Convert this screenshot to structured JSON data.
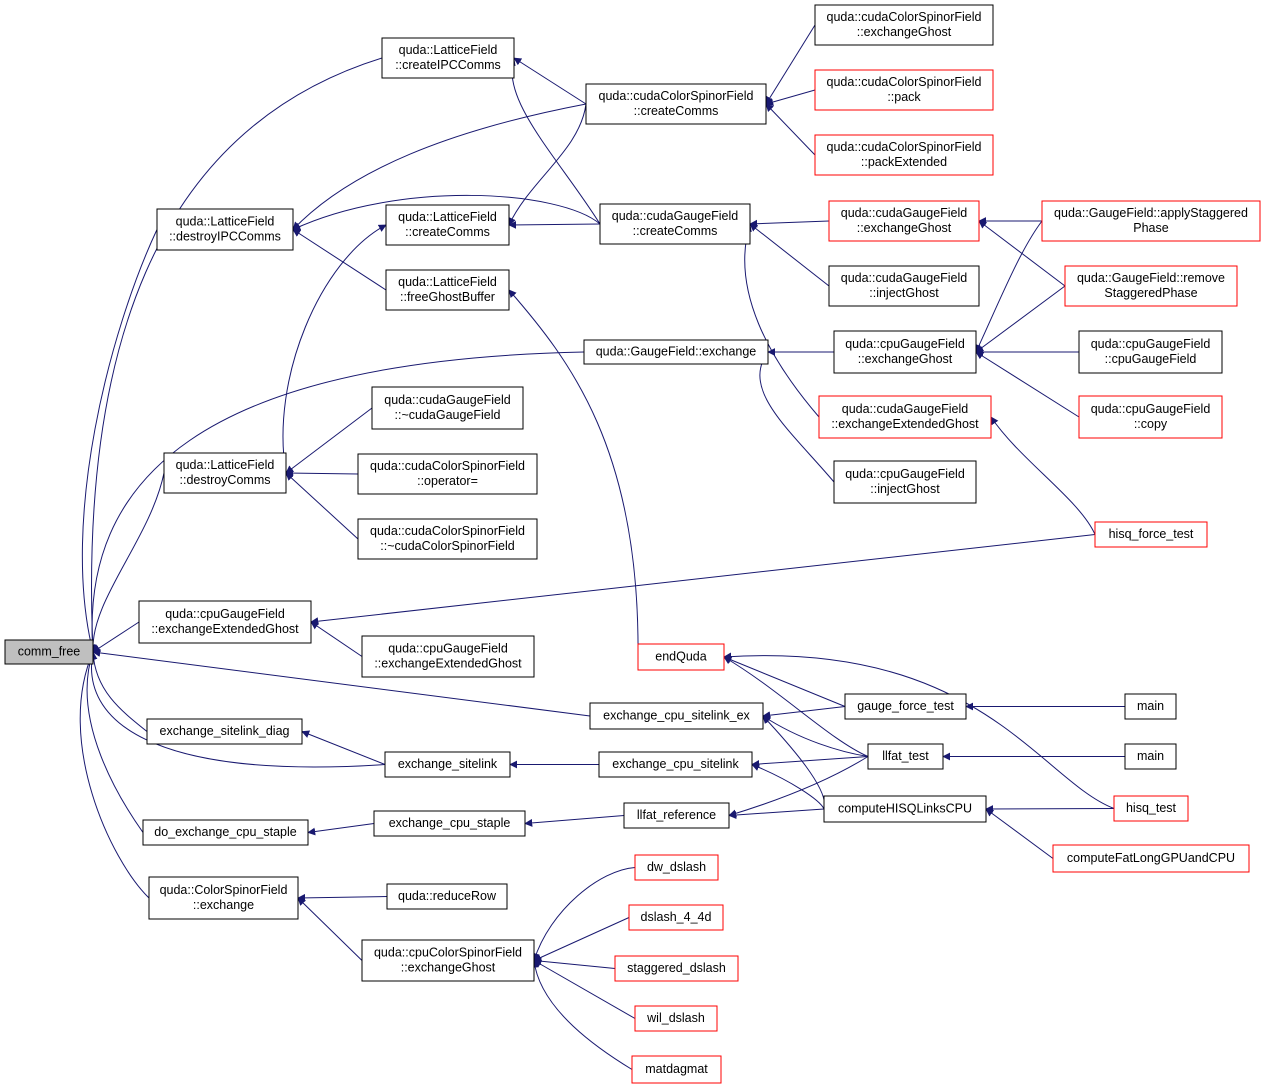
{
  "diagram": {
    "root": "comm_free",
    "nodes": {
      "comm_free": [
        "comm_free"
      ],
      "lf_createIPCComms": [
        "quda::LatticeField",
        "::createIPCComms"
      ],
      "lf_destroyIPCComms": [
        "quda::LatticeField",
        "::destroyIPCComms"
      ],
      "lf_createComms": [
        "quda::LatticeField",
        "::createComms"
      ],
      "lf_freeGhostBuffer": [
        "quda::LatticeField",
        "::freeGhostBuffer"
      ],
      "lf_destroyComms": [
        "quda::LatticeField",
        "::destroyComms"
      ],
      "csf_createComms": [
        "quda::cudaColorSpinorField",
        "::createComms"
      ],
      "cgf_createComms": [
        "quda::cudaGaugeField",
        "::createComms"
      ],
      "csf_exchangeGhost": [
        "quda::cudaColorSpinorField",
        "::exchangeGhost"
      ],
      "csf_pack": [
        "quda::cudaColorSpinorField",
        "::pack"
      ],
      "csf_packExtended": [
        "quda::cudaColorSpinorField",
        "::packExtended"
      ],
      "cgf_exchangeGhost": [
        "quda::cudaGaugeField",
        "::exchangeGhost"
      ],
      "cgf_injectGhost": [
        "quda::cudaGaugeField",
        "::injectGhost"
      ],
      "gf_applyStaggeredPhase": [
        "quda::GaugeField::applyStaggered",
        "Phase"
      ],
      "gf_removeStaggeredPhase": [
        "quda::GaugeField::remove",
        "StaggeredPhase"
      ],
      "gf_exchange": [
        "quda::GaugeField::exchange"
      ],
      "cpugf_exchangeGhost": [
        "quda::cpuGaugeField",
        "::exchangeGhost"
      ],
      "cpugf_cpuGaugeField": [
        "quda::cpuGaugeField",
        "::cpuGaugeField"
      ],
      "cgf_exchangeExtendedGhost": [
        "quda::cudaGaugeField",
        "::exchangeExtendedGhost"
      ],
      "cpugf_copy": [
        "quda::cpuGaugeField",
        "::copy"
      ],
      "cpugf_injectGhost": [
        "quda::cpuGaugeField",
        "::injectGhost"
      ],
      "cgf_destructor": [
        "quda::cudaGaugeField",
        "::~cudaGaugeField"
      ],
      "csf_operator": [
        "quda::cudaColorSpinorField",
        "::operator="
      ],
      "csf_destructor": [
        "quda::cudaColorSpinorField",
        "::~cudaColorSpinorField"
      ],
      "hisq_force_test": [
        "hisq_force_test"
      ],
      "cpugf_exchangeExtendedGhost": [
        "quda::cpuGaugeField",
        "::exchangeExtendedGhost"
      ],
      "cpugf_exchangeExtendedGhost2": [
        "quda::cpuGaugeField",
        "::exchangeExtendedGhost"
      ],
      "endQuda": [
        "endQuda"
      ],
      "exchange_cpu_sitelink_ex": [
        "exchange_cpu_sitelink_ex"
      ],
      "gauge_force_test": [
        "gauge_force_test"
      ],
      "main1": [
        "main"
      ],
      "exchange_sitelink_diag": [
        "exchange_sitelink_diag"
      ],
      "exchange_sitelink": [
        "exchange_sitelink"
      ],
      "exchange_cpu_sitelink": [
        "exchange_cpu_sitelink"
      ],
      "llfat_test": [
        "llfat_test"
      ],
      "main2": [
        "main"
      ],
      "do_exchange_cpu_staple": [
        "do_exchange_cpu_staple"
      ],
      "exchange_cpu_staple": [
        "exchange_cpu_staple"
      ],
      "llfat_reference": [
        "llfat_reference"
      ],
      "computeHISQLinksCPU": [
        "computeHISQLinksCPU"
      ],
      "hisq_test": [
        "hisq_test"
      ],
      "computeFatLong": [
        "computeFatLongGPUandCPU"
      ],
      "csf_exchange": [
        "quda::ColorSpinorField",
        "::exchange"
      ],
      "reduceRow": [
        "quda::reduceRow"
      ],
      "cpucsf_exchangeGhost": [
        "quda::cpuColorSpinorField",
        "::exchangeGhost"
      ],
      "dw_dslash": [
        "dw_dslash"
      ],
      "dslash_4_4d": [
        "dslash_4_4d"
      ],
      "staggered_dslash": [
        "staggered_dslash"
      ],
      "wil_dslash": [
        "wil_dslash"
      ],
      "matdagmat": [
        "matdagmat"
      ]
    },
    "undocumented_nodes": [
      "csf_pack",
      "csf_packExtended",
      "cgf_exchangeGhost",
      "gf_applyStaggeredPhase",
      "gf_removeStaggeredPhase",
      "cgf_exchangeExtendedGhost",
      "cpugf_copy",
      "hisq_force_test",
      "endQuda",
      "hisq_test",
      "computeFatLong",
      "dw_dslash",
      "dslash_4_4d",
      "staggered_dslash",
      "wil_dslash",
      "matdagmat"
    ],
    "edges": [
      [
        "lf_createIPCComms",
        "comm_free"
      ],
      [
        "lf_destroyIPCComms",
        "comm_free"
      ],
      [
        "lf_destroyComms",
        "comm_free"
      ],
      [
        "gf_exchange",
        "comm_free"
      ],
      [
        "cpugf_exchangeExtendedGhost",
        "comm_free"
      ],
      [
        "exchange_cpu_sitelink_ex",
        "comm_free"
      ],
      [
        "exchange_sitelink_diag",
        "comm_free"
      ],
      [
        "exchange_sitelink",
        "comm_free"
      ],
      [
        "do_exchange_cpu_staple",
        "comm_free"
      ],
      [
        "csf_exchange",
        "comm_free"
      ],
      [
        "csf_createComms",
        "lf_createIPCComms"
      ],
      [
        "cgf_createComms",
        "lf_createIPCComms"
      ],
      [
        "csf_exchangeGhost",
        "csf_createComms"
      ],
      [
        "csf_pack",
        "csf_createComms"
      ],
      [
        "csf_packExtended",
        "csf_createComms"
      ],
      [
        "csf_createComms",
        "lf_destroyIPCComms"
      ],
      [
        "cgf_createComms",
        "lf_destroyIPCComms"
      ],
      [
        "lf_freeGhostBuffer",
        "lf_destroyIPCComms"
      ],
      [
        "csf_createComms",
        "lf_createComms"
      ],
      [
        "cgf_createComms",
        "lf_createComms"
      ],
      [
        "lf_destroyComms",
        "lf_createComms"
      ],
      [
        "cgf_exchangeGhost",
        "cgf_createComms"
      ],
      [
        "cgf_injectGhost",
        "cgf_createComms"
      ],
      [
        "cgf_exchangeExtendedGhost",
        "cgf_createComms"
      ],
      [
        "gf_applyStaggeredPhase",
        "cgf_exchangeGhost"
      ],
      [
        "gf_removeStaggeredPhase",
        "cgf_exchangeGhost"
      ],
      [
        "endQuda",
        "lf_freeGhostBuffer"
      ],
      [
        "cpugf_exchangeGhost",
        "gf_exchange"
      ],
      [
        "cpugf_injectGhost",
        "gf_exchange"
      ],
      [
        "gf_applyStaggeredPhase",
        "cpugf_exchangeGhost"
      ],
      [
        "gf_removeStaggeredPhase",
        "cpugf_exchangeGhost"
      ],
      [
        "cpugf_cpuGaugeField",
        "cpugf_exchangeGhost"
      ],
      [
        "cpugf_copy",
        "cpugf_exchangeGhost"
      ],
      [
        "hisq_force_test",
        "cgf_exchangeExtendedGhost"
      ],
      [
        "cgf_destructor",
        "lf_destroyComms"
      ],
      [
        "csf_operator",
        "lf_destroyComms"
      ],
      [
        "csf_destructor",
        "lf_destroyComms"
      ],
      [
        "hisq_force_test",
        "cpugf_exchangeExtendedGhost"
      ],
      [
        "cpugf_exchangeExtendedGhost2",
        "cpugf_exchangeExtendedGhost"
      ],
      [
        "gauge_force_test",
        "endQuda"
      ],
      [
        "llfat_test",
        "endQuda"
      ],
      [
        "hisq_test",
        "endQuda"
      ],
      [
        "gauge_force_test",
        "exchange_cpu_sitelink_ex"
      ],
      [
        "llfat_test",
        "exchange_cpu_sitelink_ex"
      ],
      [
        "computeHISQLinksCPU",
        "exchange_cpu_sitelink_ex"
      ],
      [
        "main1",
        "gauge_force_test"
      ],
      [
        "exchange_sitelink",
        "exchange_sitelink_diag"
      ],
      [
        "exchange_cpu_sitelink",
        "exchange_sitelink"
      ],
      [
        "llfat_test",
        "exchange_cpu_sitelink"
      ],
      [
        "computeHISQLinksCPU",
        "exchange_cpu_sitelink"
      ],
      [
        "main2",
        "llfat_test"
      ],
      [
        "exchange_cpu_staple",
        "do_exchange_cpu_staple"
      ],
      [
        "llfat_reference",
        "exchange_cpu_staple"
      ],
      [
        "llfat_test",
        "llfat_reference"
      ],
      [
        "computeHISQLinksCPU",
        "llfat_reference"
      ],
      [
        "hisq_test",
        "computeHISQLinksCPU"
      ],
      [
        "computeFatLong",
        "computeHISQLinksCPU"
      ],
      [
        "reduceRow",
        "csf_exchange"
      ],
      [
        "cpucsf_exchangeGhost",
        "csf_exchange"
      ],
      [
        "dw_dslash",
        "cpucsf_exchangeGhost"
      ],
      [
        "dslash_4_4d",
        "cpucsf_exchangeGhost"
      ],
      [
        "staggered_dslash",
        "cpucsf_exchangeGhost"
      ],
      [
        "wil_dslash",
        "cpucsf_exchangeGhost"
      ],
      [
        "matdagmat",
        "cpucsf_exchangeGhost"
      ]
    ],
    "colors": {
      "edge": "#191970",
      "documented_border": "#000000",
      "undocumented_border": "#ff0000",
      "root_fill": "#bfbfbf",
      "node_fill": "#ffffff"
    }
  }
}
